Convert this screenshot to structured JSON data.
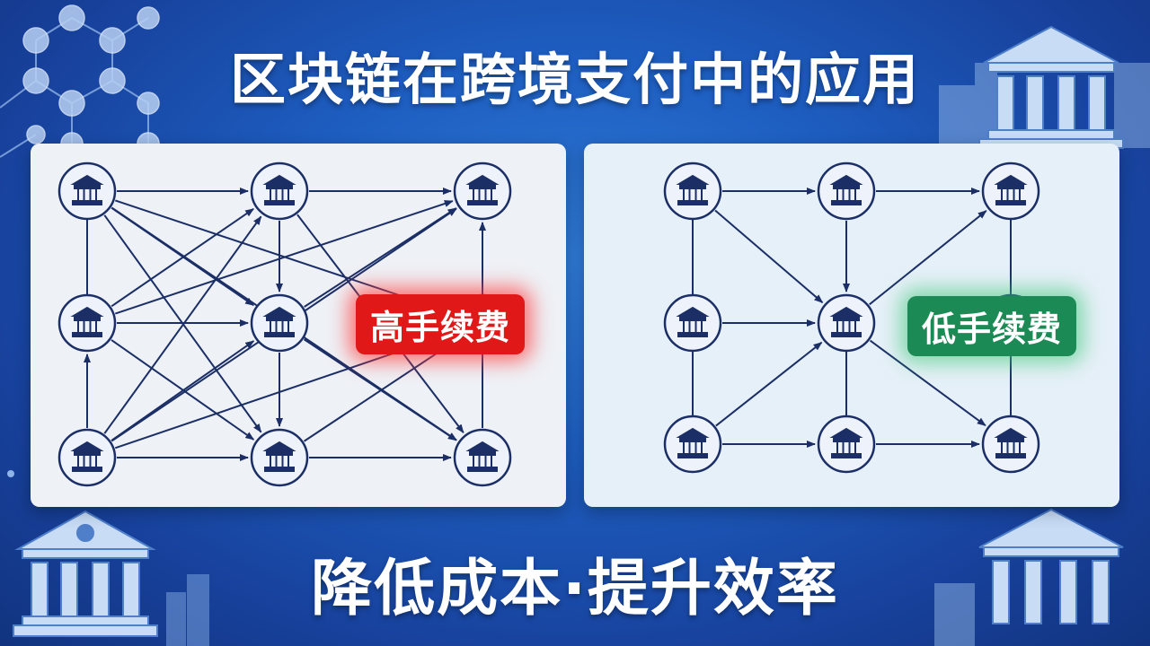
{
  "title": "区块链在跨境支付中的应用",
  "subtitle": "降低成本·提升效率",
  "panels": [
    {
      "badge": "高手续费",
      "badge_color": "#e01818",
      "network_type": "dense"
    },
    {
      "badge": "低手续费",
      "badge_color": "#1c8a55",
      "network_type": "sparse"
    }
  ],
  "colors": {
    "node_stroke": "#1b2f66",
    "edge": "#1b2f66",
    "background": "#1e5fc2"
  },
  "icons": [
    "bank-icon",
    "building-icon",
    "molecule-icon"
  ]
}
